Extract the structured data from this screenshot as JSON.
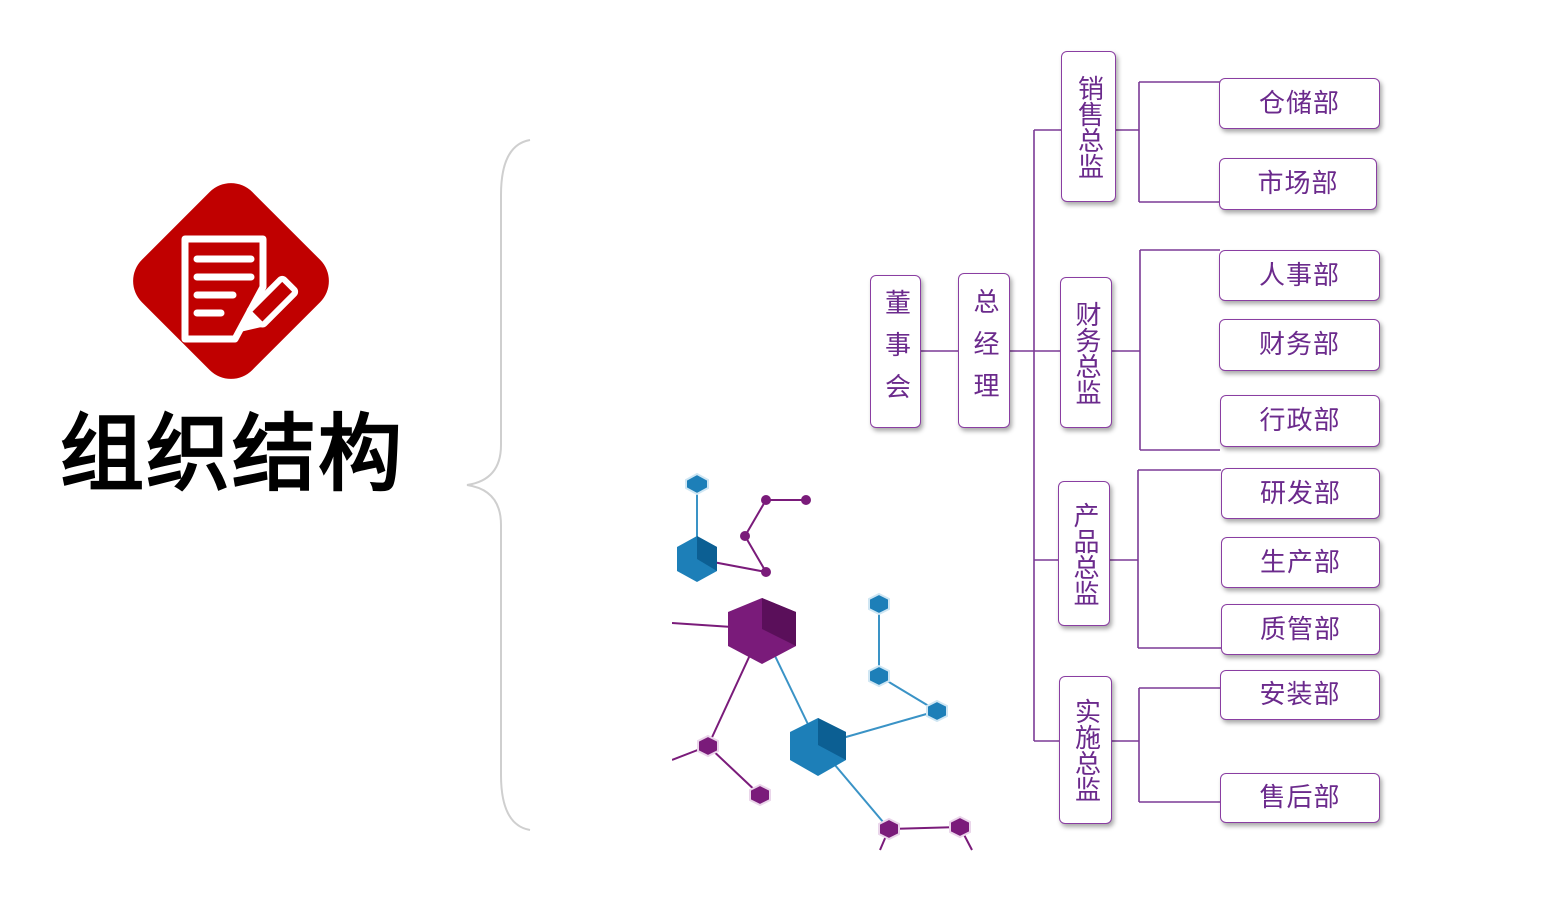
{
  "section": {
    "title": "组织结构"
  },
  "org_chart": {
    "board": "董事会",
    "general_manager": "总经理",
    "directors": [
      {
        "label": "销售总监",
        "departments": [
          "仓储部",
          "市场部"
        ]
      },
      {
        "label": "财务总监",
        "departments": [
          "人事部",
          "财务部",
          "行政部"
        ]
      },
      {
        "label": "产品总监",
        "departments": [
          "研发部",
          "生产部",
          "质管部"
        ]
      },
      {
        "label": "实施总监",
        "departments": [
          "安装部",
          "售后部"
        ]
      }
    ]
  },
  "colors": {
    "accent": "#c00000",
    "box_border": "#8a3ea2",
    "box_text": "#6b2a8c",
    "connector": "#7b3a96",
    "molecule_purple": "#7a1b7a",
    "molecule_blue": "#1d7fb8"
  },
  "icons": {
    "title_icon": "edit-document-icon",
    "decoration": "molecule-decoration"
  }
}
